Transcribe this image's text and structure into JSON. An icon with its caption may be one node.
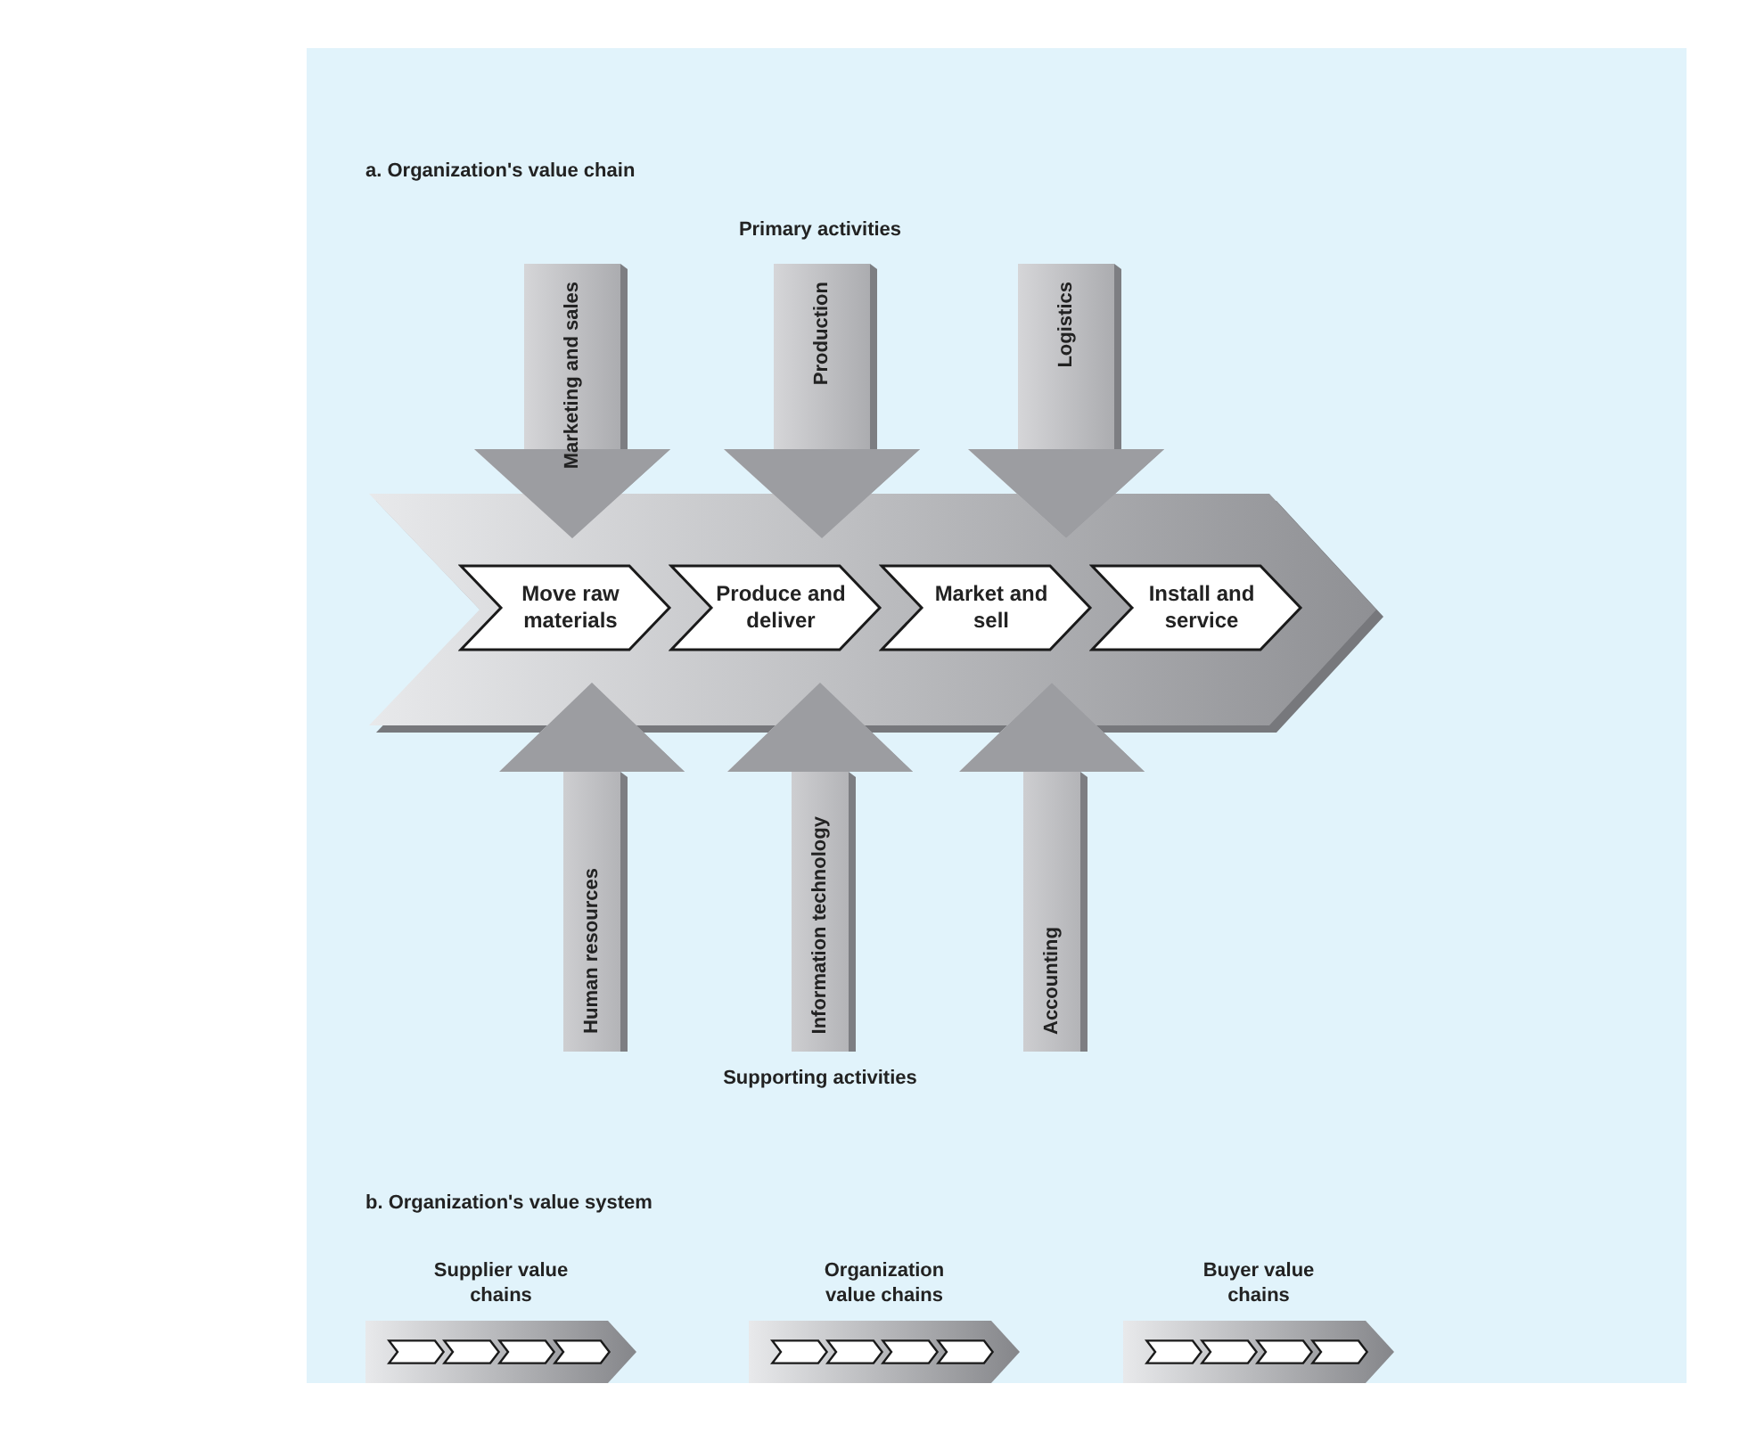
{
  "diagram": {
    "nodes": [
      {
        "text": [
          "Marketing and sales"
        ]
      },
      {
        "text": [
          "Production"
        ]
      },
      {
        "text": [
          "Logistics"
        ]
      },
      {
        "text": [],
        "shape": "arrow"
      },
      {
        "text": [
          "Move raw materials"
        ],
        "in": 3
      },
      {
        "text": [
          "Produce and deliver"
        ],
        "in": 3
      },
      {
        "text": [
          "Market and sell"
        ],
        "in": 3
      },
      {
        "text": [
          "Install and service"
        ],
        "in": 3
      },
      {
        "text": [
          "Human resources"
        ]
      },
      {
        "text": [
          "Information technology"
        ]
      },
      {
        "text": [
          "Accounting"
        ]
      },
      {
        "text": [
          "Supplier value chains"
        ]
      },
      {
        "text": [],
        "shape": "chevron",
        "in": 11
      },
      {
        "text": [],
        "shape": "chevron",
        "in": 11
      },
      {
        "text": [],
        "shape": "chevron",
        "in": 11
      },
      {
        "text": [],
        "shape": "chevron",
        "in": 11
      },
      {
        "text": [
          "Organization value chains"
        ]
      },
      {
        "text": [],
        "shape": "chevron",
        "in": 16
      },
      {
        "text": [],
        "shape": "chevron",
        "in": 16
      },
      {
        "text": [],
        "shape": "chevron",
        "in": 16
      },
      {
        "text": [],
        "shape": "chevron",
        "in": 16
      },
      {
        "text": [
          "Buyer value chains"
        ]
      },
      {
        "text": [],
        "shape": "chevron",
        "in": 21
      },
      {
        "text": [],
        "shape": "chevron",
        "in": 21
      },
      {
        "text": [],
        "shape": "chevron",
        "in": 21
      },
      {
        "text": [],
        "shape": "chevron",
        "in": 21
      }
    ],
    "labels": [
      "a. Organization's value chain",
      "Primary activities",
      "Supporting activities",
      "b. Organization's value system"
    ]
  }
}
